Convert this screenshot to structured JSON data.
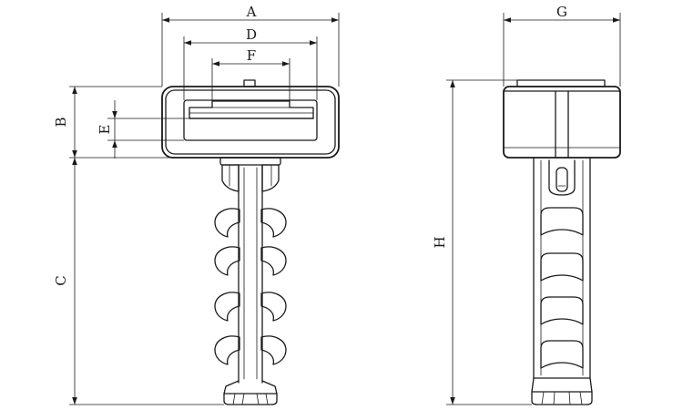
{
  "labels": {
    "A": "A",
    "B": "B",
    "C": "C",
    "D": "D",
    "E": "E",
    "F": "F",
    "G": "G",
    "H": "H"
  },
  "colors": {
    "line": "#1a1a1a",
    "background": "#ffffff"
  }
}
